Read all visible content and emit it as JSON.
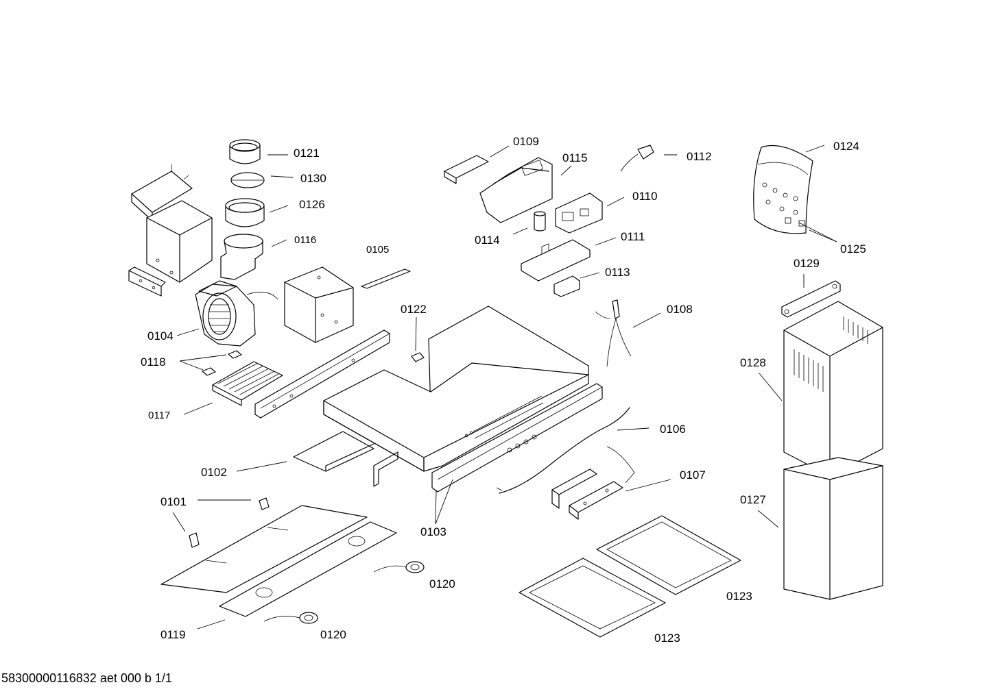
{
  "labels": {
    "p0101": "0101",
    "p0102": "0102",
    "p0103": "0103",
    "p0104": "0104",
    "p0105": "0105",
    "p0106": "0106",
    "p0107": "0107",
    "p0108": "0108",
    "p0109": "0109",
    "p0110": "0110",
    "p0111": "0111",
    "p0112": "0112",
    "p0113": "0113",
    "p0114": "0114",
    "p0115": "0115",
    "p0116": "0116",
    "p0117": "0117",
    "p0118": "0118",
    "p0119": "0119",
    "p0120a": "0120",
    "p0120b": "0120",
    "p0121": "0121",
    "p0122": "0122",
    "p0123a": "0123",
    "p0123b": "0123",
    "p0124": "0124",
    "p0125": "0125",
    "p0126": "0126",
    "p0127": "0127",
    "p0128": "0128",
    "p0129": "0129",
    "p0130": "0130"
  },
  "footer": {
    "document_id": "58300000116832 aet 000 b 1/1"
  }
}
